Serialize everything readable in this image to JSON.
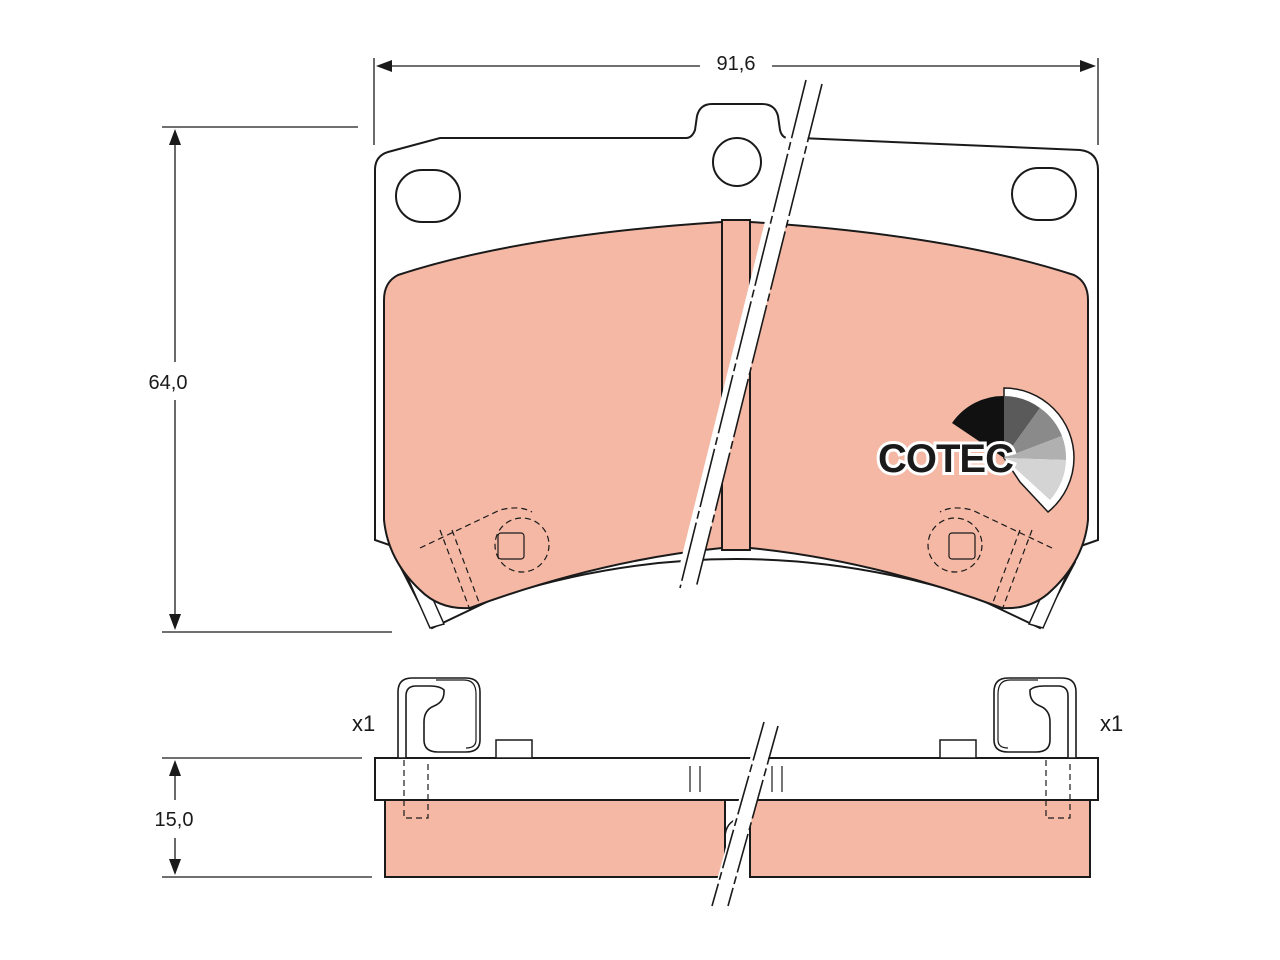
{
  "dimensions": {
    "width": "91,6",
    "height": "64,0",
    "thickness": "15,0"
  },
  "quantities": {
    "left_clip": "x1",
    "right_clip": "x1"
  },
  "logo": {
    "text": "COTEC"
  },
  "colors": {
    "friction_material": "#f4b8a5",
    "outline": "#1a1a1a",
    "backing_plate": "#ffffff",
    "background": "#ffffff"
  }
}
